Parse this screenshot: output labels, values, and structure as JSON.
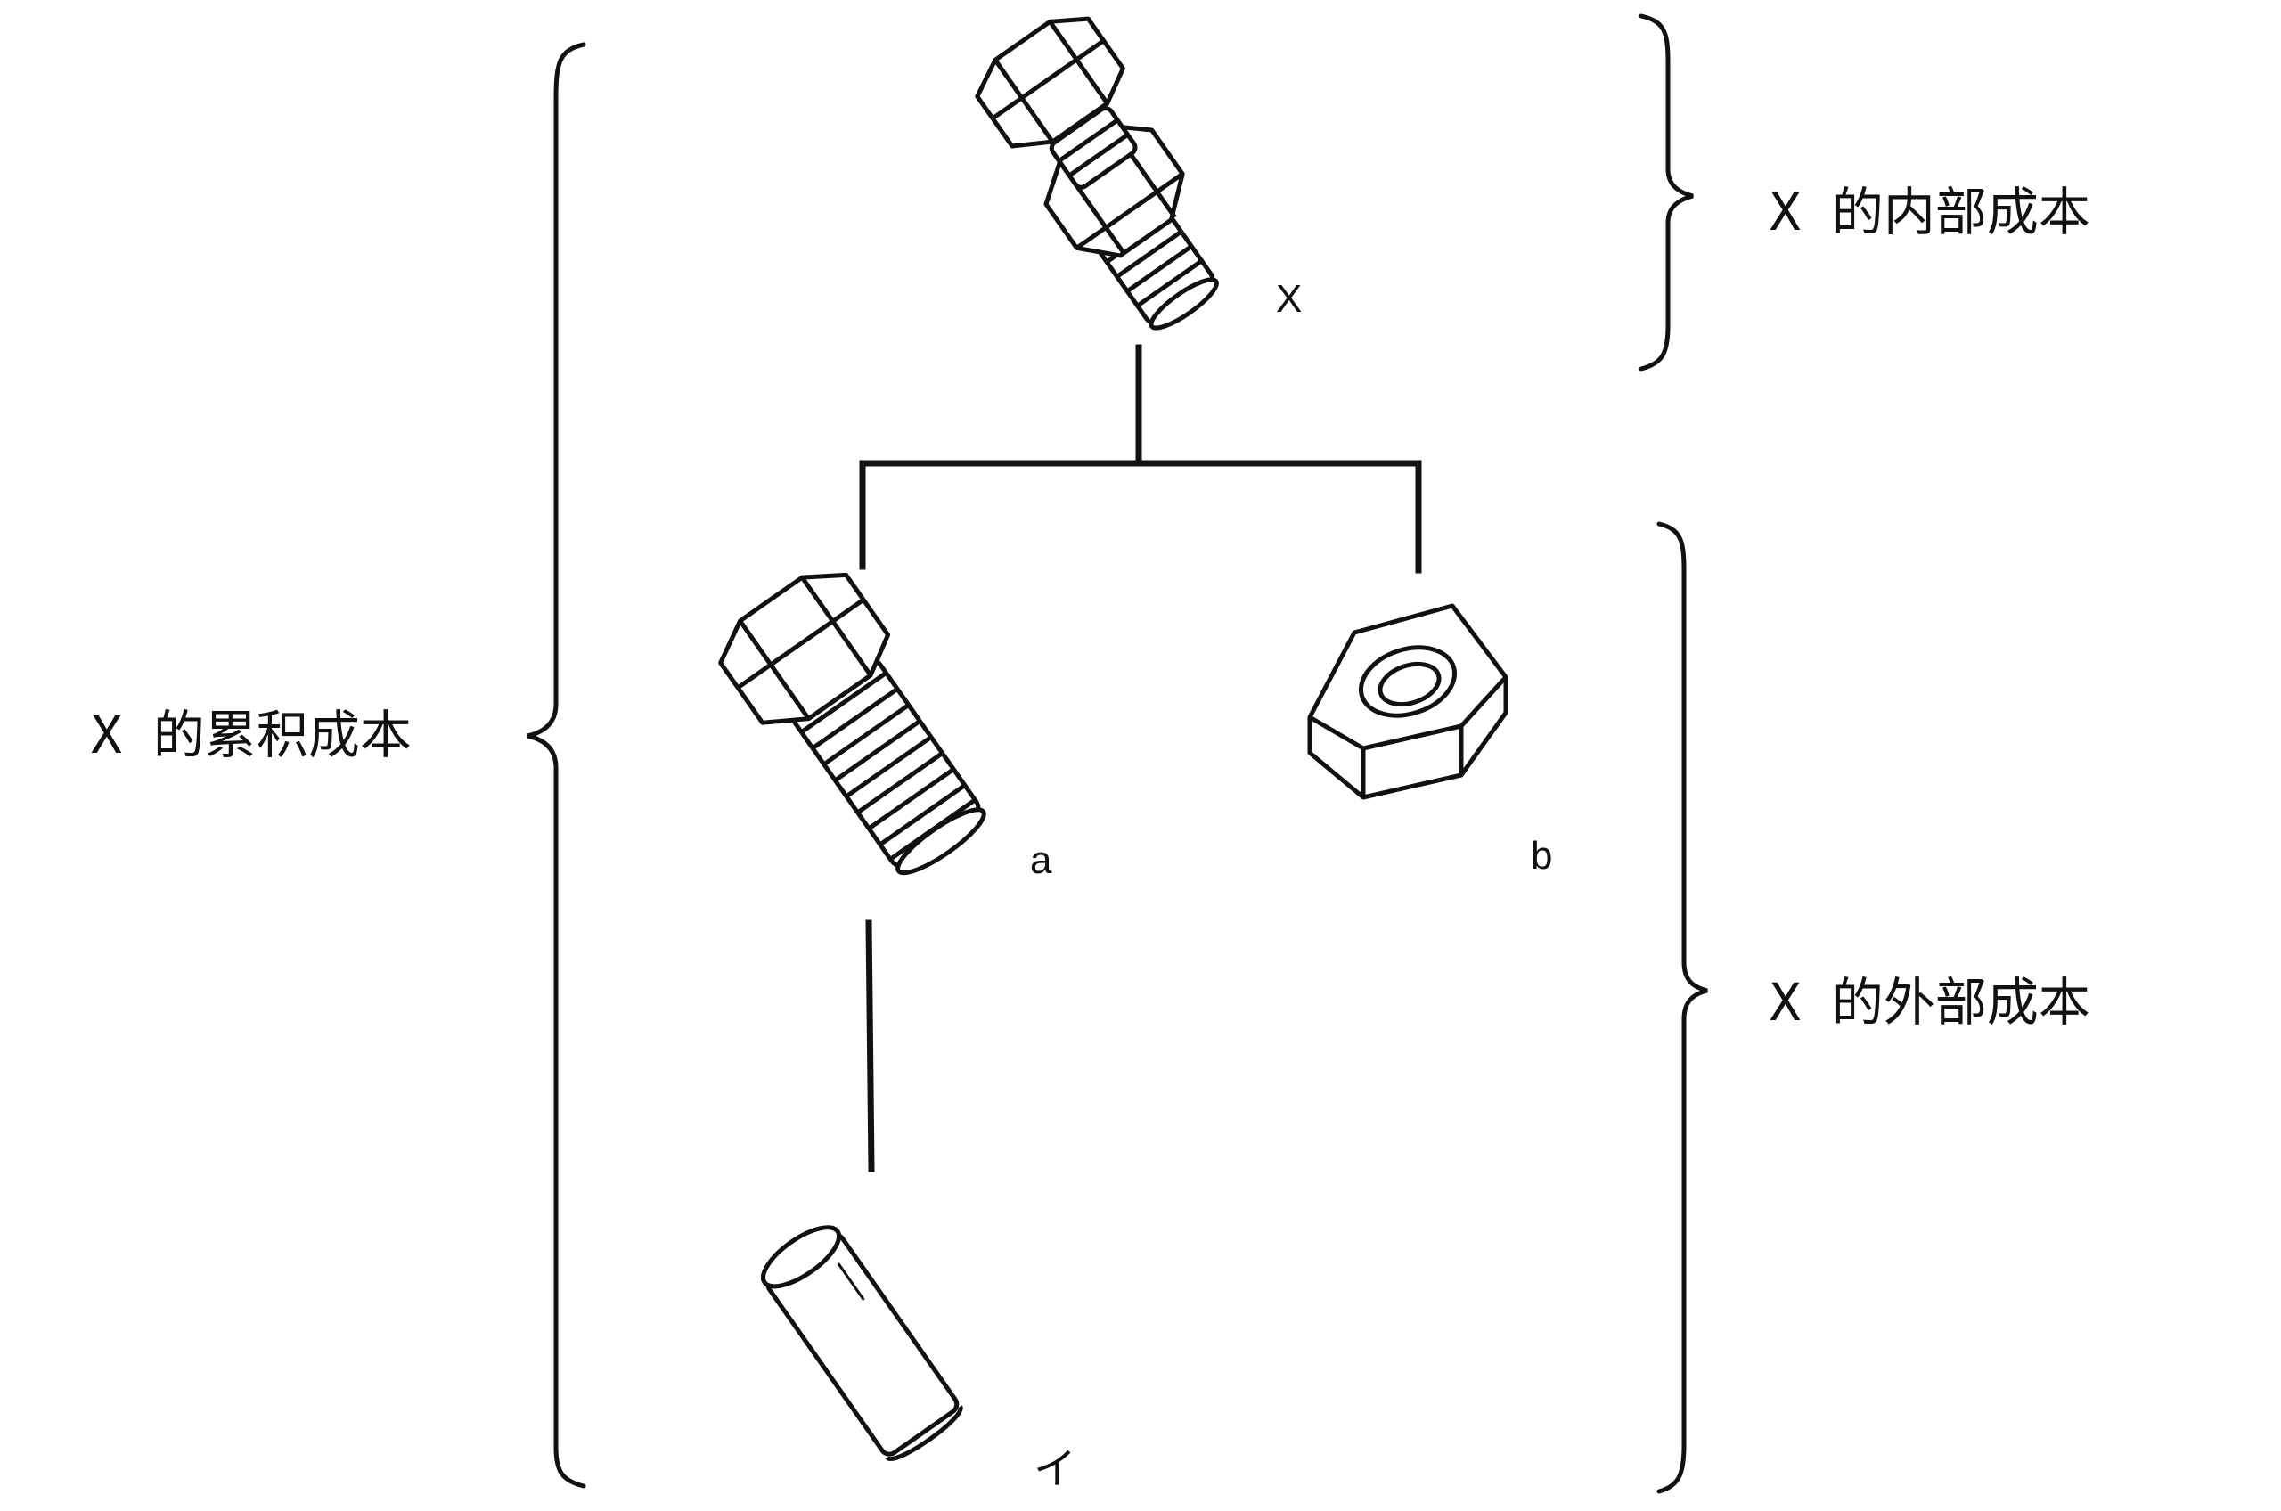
{
  "labels": {
    "cumulative_cost": "X 的累积成本",
    "internal_cost": "X 的内部成本",
    "external_cost": "X 的外部成本"
  },
  "parts": {
    "assembly": "X",
    "bolt": "a",
    "nut": "b",
    "rod": "イ"
  }
}
